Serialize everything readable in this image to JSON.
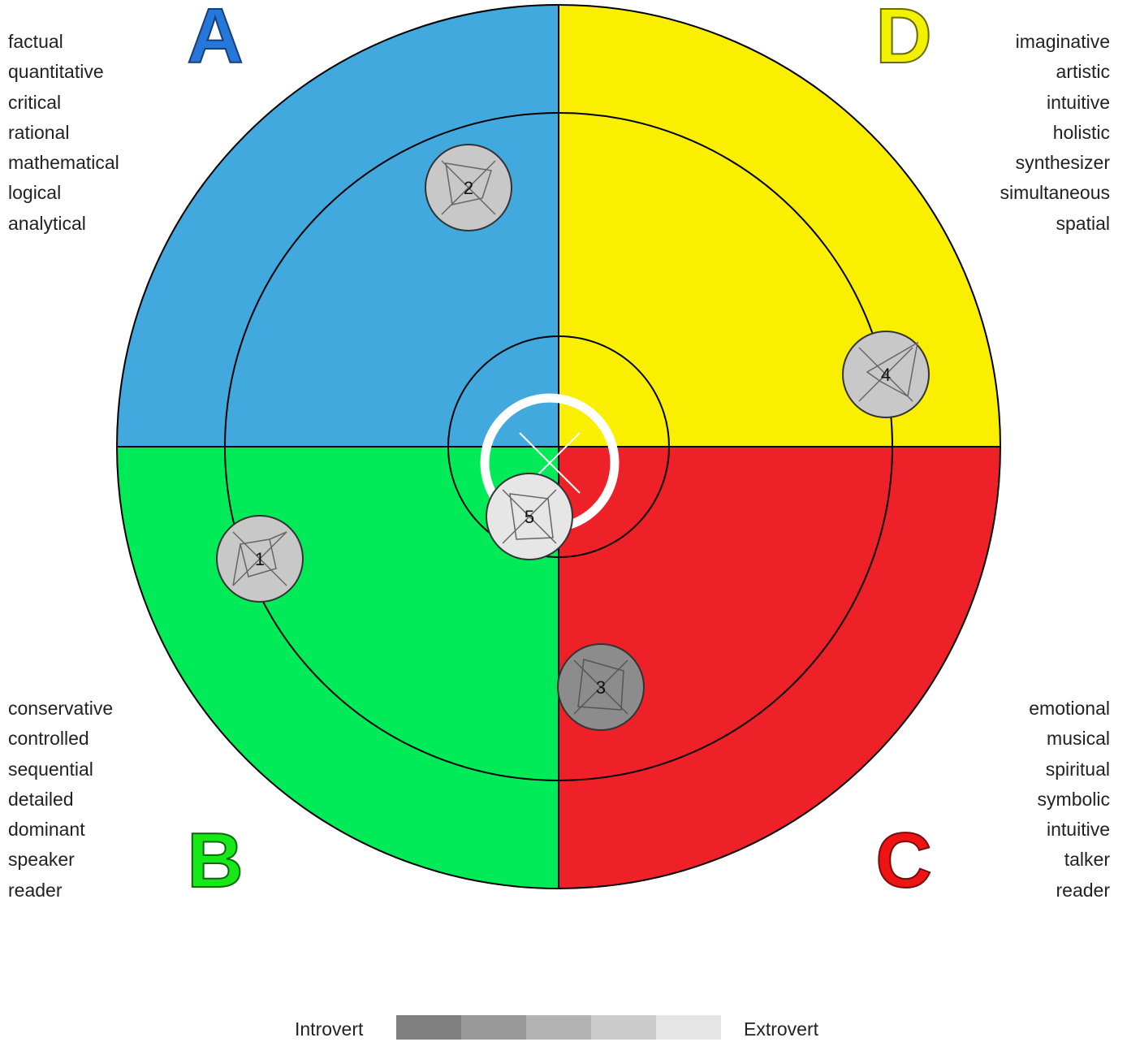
{
  "quadrants": [
    {
      "letter": "A",
      "fill": "#42a9df",
      "letter_color": "#2577d9",
      "words": [
        "factual",
        "quantitative",
        "critical",
        "rational",
        "mathematical",
        "logical",
        "analytical"
      ]
    },
    {
      "letter": "D",
      "fill": "#fbef00",
      "letter_color": "#f2f200",
      "words": [
        "imaginative",
        "artistic",
        "intuitive",
        "holistic",
        "synthesizer",
        "simultaneous",
        "spatial"
      ]
    },
    {
      "letter": "B",
      "fill": "#00eb57",
      "letter_color": "#17e817",
      "words": [
        "conservative",
        "controlled",
        "sequential",
        "detailed",
        "dominant",
        "speaker",
        "reader"
      ]
    },
    {
      "letter": "C",
      "fill": "#ed2127",
      "letter_color": "#ee1414",
      "words": [
        "emotional",
        "musical",
        "spiritual",
        "symbolic",
        "intuitive",
        "talker",
        "reader"
      ]
    }
  ],
  "markers": [
    {
      "label": "1",
      "shade": "#c8c8c8"
    },
    {
      "label": "2",
      "shade": "#c8c8c8"
    },
    {
      "label": "3",
      "shade": "#8c8c8c"
    },
    {
      "label": "4",
      "shade": "#c8c8c8"
    },
    {
      "label": "5",
      "shade": "#e6e6e6"
    }
  ],
  "legend": {
    "left_label": "Introvert",
    "right_label": "Extrovert",
    "swatches": [
      "#808080",
      "#999999",
      "#b3b3b3",
      "#cccccc",
      "#e5e5e5"
    ]
  }
}
